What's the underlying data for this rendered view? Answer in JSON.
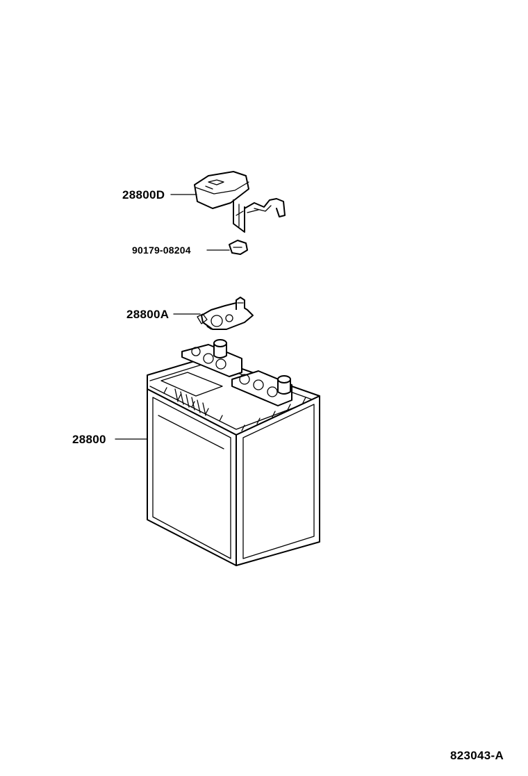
{
  "parts": {
    "cover": {
      "number": "28800D"
    },
    "nut": {
      "number": "90179-08204"
    },
    "clamp": {
      "number": "28800A"
    },
    "battery": {
      "number": "28800"
    }
  },
  "diagram_id": "823043-A"
}
